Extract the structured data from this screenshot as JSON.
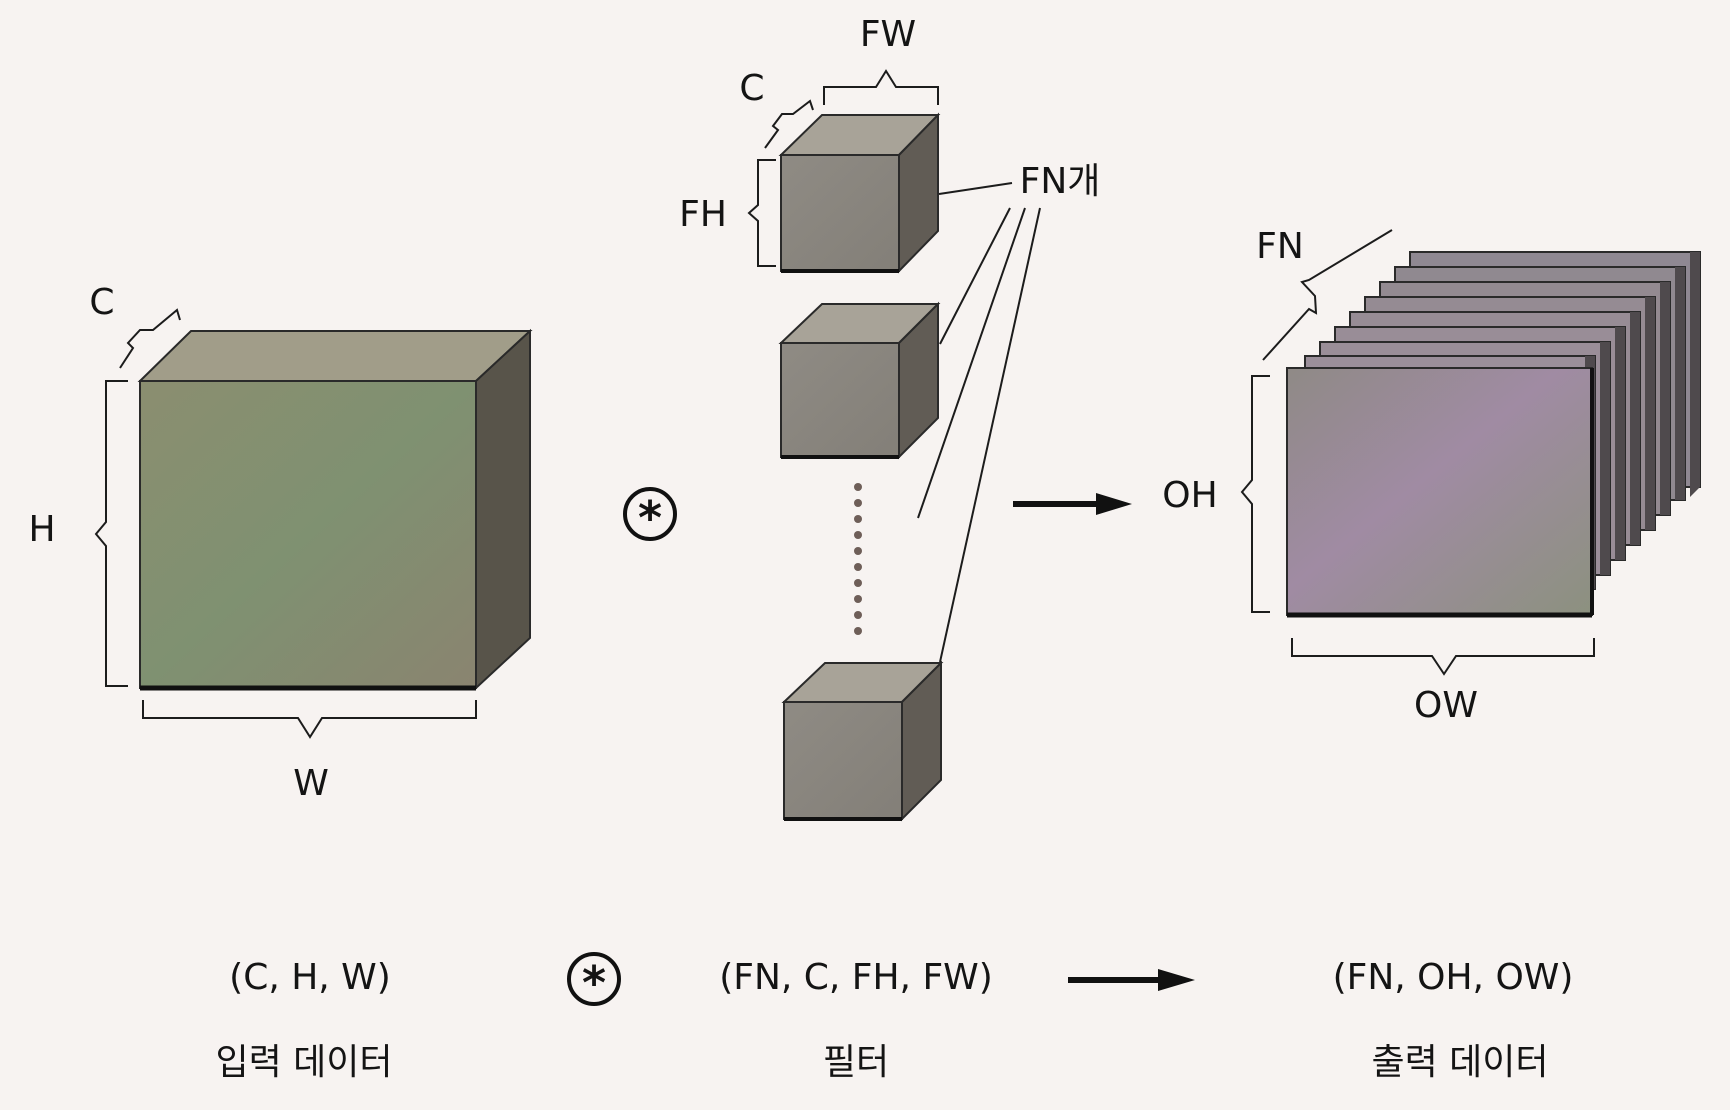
{
  "input": {
    "channel_label": "C",
    "height_label": "H",
    "width_label": "W",
    "shape": "(C, H, W)",
    "caption": "입력 데이터"
  },
  "operator_symbol": "*",
  "filter": {
    "channel_label": "C",
    "width_label": "FW",
    "height_label": "FH",
    "count_label": "FN개",
    "shape": "(FN, C, FH, FW)",
    "caption": "필터"
  },
  "output": {
    "channels_label": "FN",
    "height_label": "OH",
    "width_label": "OW",
    "shape": "(FN, OH, OW)",
    "caption": "출력 데이터"
  },
  "colors": {
    "line": "#1c1c1c",
    "input_front": "#8a8f6e",
    "input_top": "#a19d8a",
    "input_side": "#5a5647",
    "filter_front": "#8c8880",
    "filter_top": "#a9a49a",
    "filter_side": "#615c55",
    "output_front": "#9a8b8f",
    "output_edge": "#5e585a"
  }
}
